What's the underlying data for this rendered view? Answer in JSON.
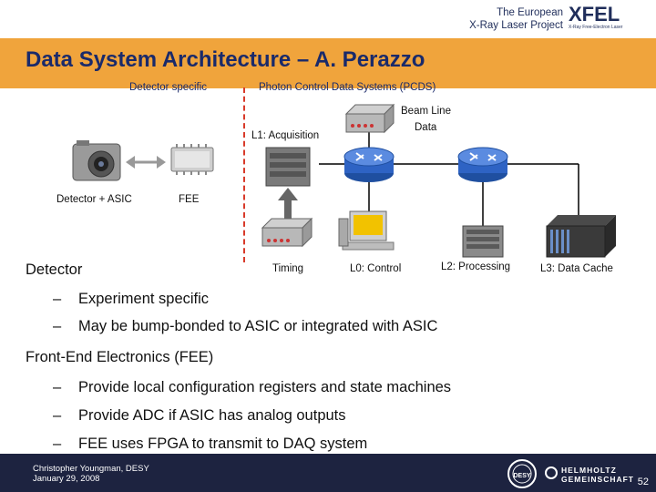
{
  "header": {
    "org_line1": "The European",
    "org_line2": "X-Ray Laser Project",
    "logo_text": "XFEL",
    "logo_sub": "X-Ray Free-Electron Laser"
  },
  "title": "Data System Architecture – A. Perazzo",
  "diagram": {
    "section_detector": "Detector specific",
    "section_pcds": "Photon Control Data Systems (PCDS)",
    "label_l1": "L1: Acquisition",
    "label_beamline_1": "Beam Line",
    "label_beamline_2": "Data",
    "label_detector_asic": "Detector + ASIC",
    "label_fee": "FEE",
    "label_timing": "Timing",
    "label_l0": "L0: Control",
    "label_l2": "L2: Processing",
    "label_l3": "L3: Data Cache"
  },
  "body": {
    "detector_heading": "Detector",
    "detector_bullets": [
      "Experiment specific",
      "May be bump-bonded to ASIC or integrated with ASIC"
    ],
    "fee_heading": "Front-End Electronics (FEE)",
    "fee_bullets": [
      "Provide local configuration registers and state machines",
      "Provide ADC if ASIC has analog outputs",
      "FEE uses FPGA to transmit to DAQ system"
    ],
    "bullet_marker": "–"
  },
  "footer": {
    "author": "Christopher Youngman, DESY",
    "date": "January 29, 2008",
    "desy_logo": "DESY",
    "helmholtz_1": "HELMHOLTZ",
    "helmholtz_2": "GEMEINSCHAFT",
    "page_number": "52"
  }
}
